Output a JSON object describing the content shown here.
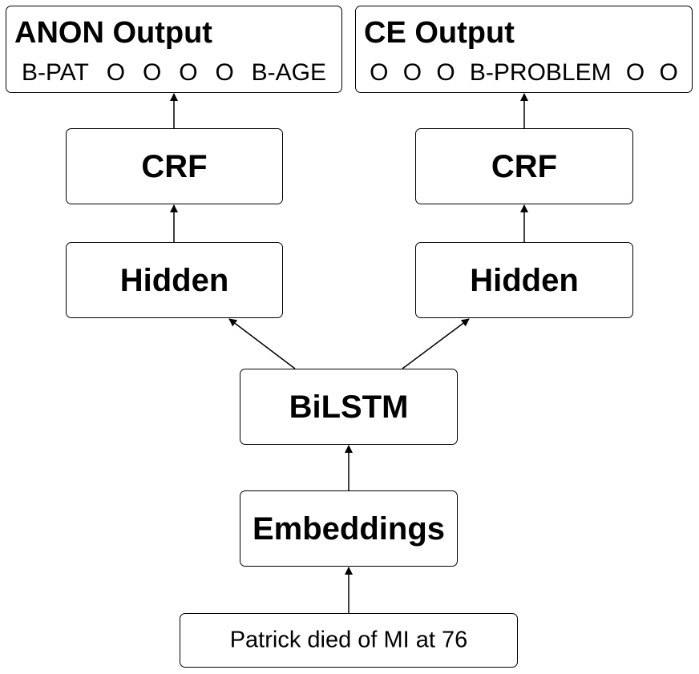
{
  "anon_output": {
    "title": "ANON Output",
    "tags": [
      "B-PAT",
      "O",
      "O",
      "O",
      "O",
      "B-AGE"
    ]
  },
  "ce_output": {
    "title": "CE Output",
    "tags": [
      "O",
      "O",
      "O",
      "B-PROBLEM",
      "O",
      "O"
    ]
  },
  "left_crf": {
    "label": "CRF"
  },
  "right_crf": {
    "label": "CRF"
  },
  "left_hidden": {
    "label": "Hidden"
  },
  "right_hidden": {
    "label": "Hidden"
  },
  "bilstm": {
    "label": "BiLSTM"
  },
  "embeddings": {
    "label": "Embeddings"
  },
  "input": {
    "text": "Patrick died of MI at 76"
  }
}
